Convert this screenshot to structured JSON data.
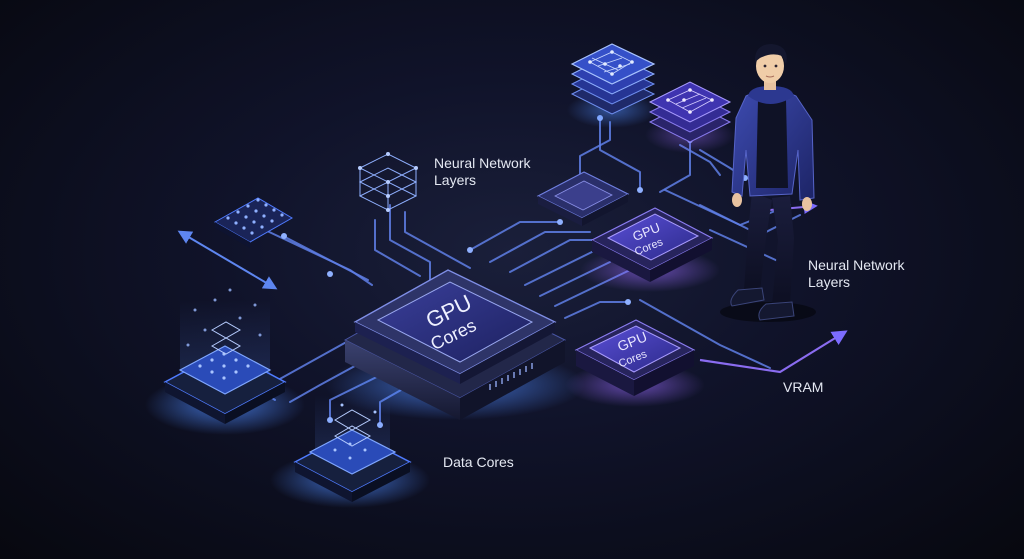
{
  "labels": {
    "neural_layers_top": [
      "Neural Network",
      "Layers"
    ],
    "neural_layers_right": [
      "Neural Network",
      "Layers"
    ],
    "vram": "VRAM",
    "data_cores": "Data Cores"
  },
  "chips": {
    "main": [
      "GPU",
      "Cores"
    ],
    "right_upper": [
      "GPU",
      "Cores"
    ],
    "right_lower": [
      "GPU",
      "Cores"
    ]
  },
  "colors": {
    "background": "#0b0d17",
    "trace": "#6f8ff0",
    "accent": "#8a5cf0",
    "chip_top": "#2a2f7a",
    "glow": "#3f7bff"
  }
}
